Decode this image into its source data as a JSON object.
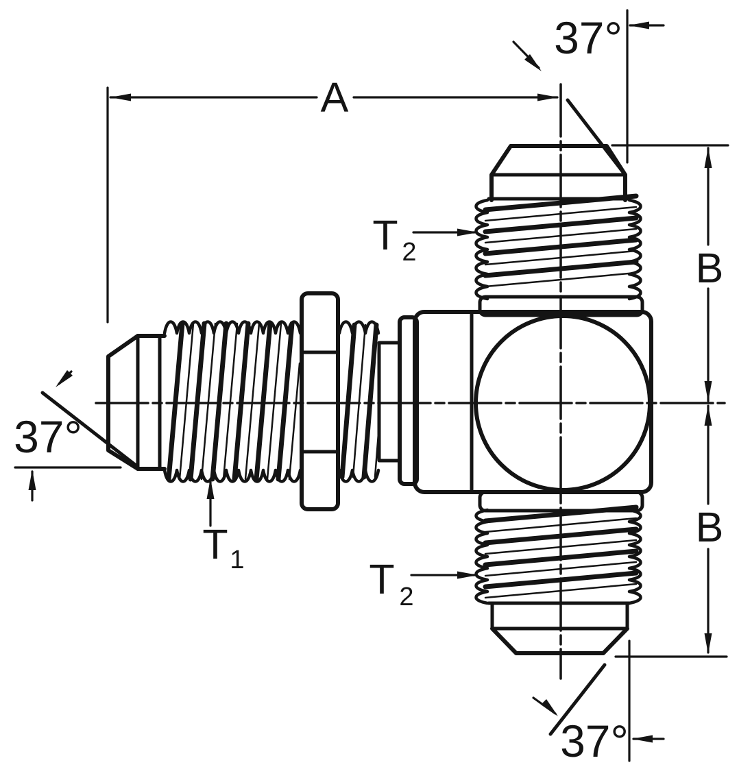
{
  "annotations": {
    "dim_a": "A",
    "dim_b_top": "B",
    "dim_b_bottom": "B",
    "angle_top_right": "37°",
    "angle_left": "37°",
    "angle_bottom_right": "37°",
    "t1": {
      "base": "T",
      "sub": "1"
    },
    "t2_top": {
      "base": "T",
      "sub": "2"
    },
    "t2_bottom": {
      "base": "T",
      "sub": "2"
    }
  },
  "colors": {
    "ink": "#141414",
    "paper": "#ffffff"
  }
}
